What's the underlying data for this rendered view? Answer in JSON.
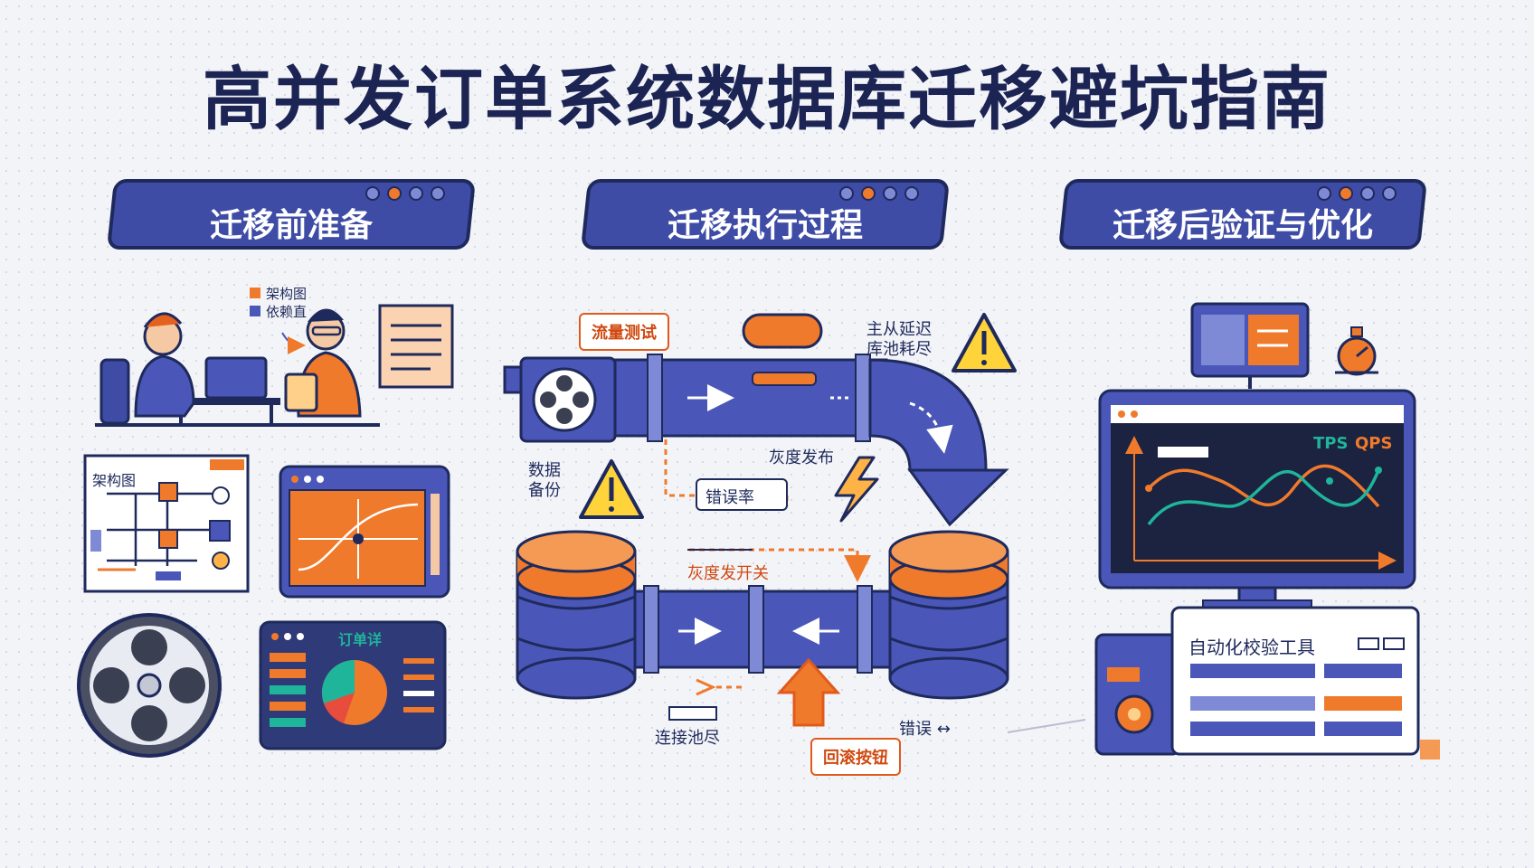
{
  "title": "高并发订单系统数据库迁移避坑指南",
  "sections": [
    {
      "label": "迁移前准备"
    },
    {
      "label": "迁移执行过程"
    },
    {
      "label": "迁移后验证与优化"
    }
  ],
  "prep": {
    "legend_1": "架构图",
    "legend_2": "依赖直",
    "arch_card_title": "架构图",
    "dashboard_title": "订单详"
  },
  "exec": {
    "tag_stress_test": "流量测试",
    "note_lag": "主从延迟\n库池耗尽",
    "note_backup": "数据\n备份",
    "note_gray_release": "灰度发布",
    "note_error_rate": "错误率",
    "note_gray_switch": "灰度发开关",
    "note_conn_pool": "连接池尽",
    "note_rollback_label": "错误 ↔",
    "tag_rollback": "回滚按钮"
  },
  "verify": {
    "metric_tps": "TPS",
    "metric_qps": "QPS",
    "tool_title": "自动化校验工具"
  },
  "colors": {
    "navy": "#1f2a5c",
    "blue": "#4a57b8",
    "orange": "#f07a2c",
    "warning": "#ffd43b",
    "teal": "#1fb59a"
  }
}
